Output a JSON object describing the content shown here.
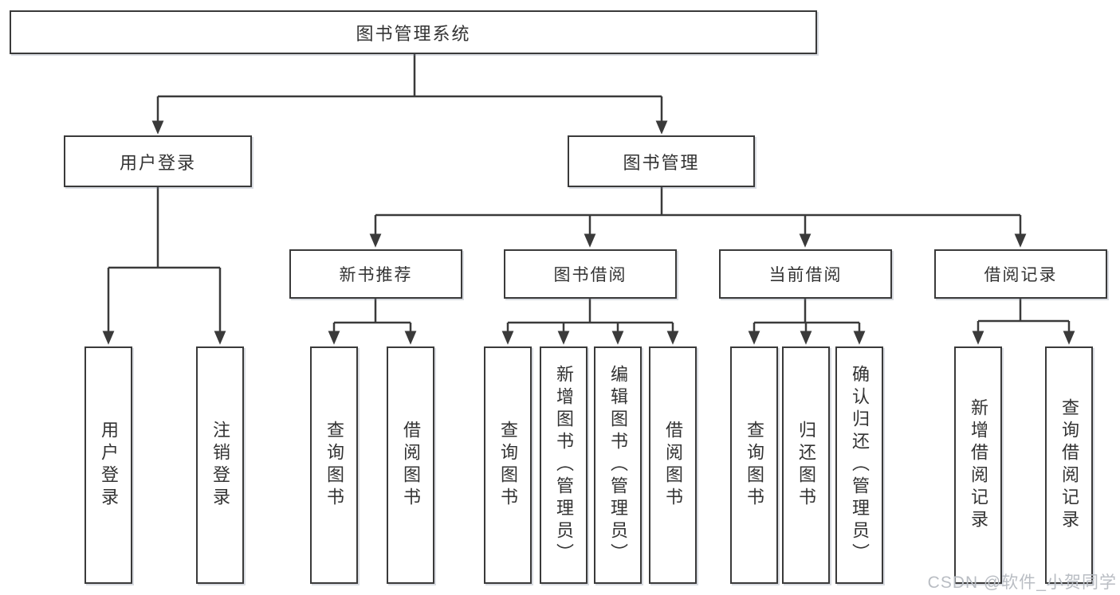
{
  "tree": {
    "root": "图书管理系统",
    "branches": [
      {
        "label": "用户登录",
        "leaves": [
          "用户登录",
          "注销登录"
        ]
      },
      {
        "label": "图书管理",
        "groups": [
          {
            "label": "新书推荐",
            "leaves": [
              "查询图书",
              "借阅图书"
            ]
          },
          {
            "label": "图书借阅",
            "leaves": [
              "查询图书",
              "新增图书（管理员）",
              "编辑图书（管理员）",
              "借阅图书"
            ]
          },
          {
            "label": "当前借阅",
            "leaves": [
              "查询图书",
              "归还图书",
              "确认归还（管理员）"
            ]
          },
          {
            "label": "借阅记录",
            "leaves": [
              "新增借阅记录",
              "查询借阅记录"
            ]
          }
        ]
      }
    ]
  },
  "watermark": "CSDN @软件_小贺同学",
  "colors": {
    "line": "#3a3a3a",
    "text": "#333333",
    "watermark": "#b9bdc3"
  }
}
